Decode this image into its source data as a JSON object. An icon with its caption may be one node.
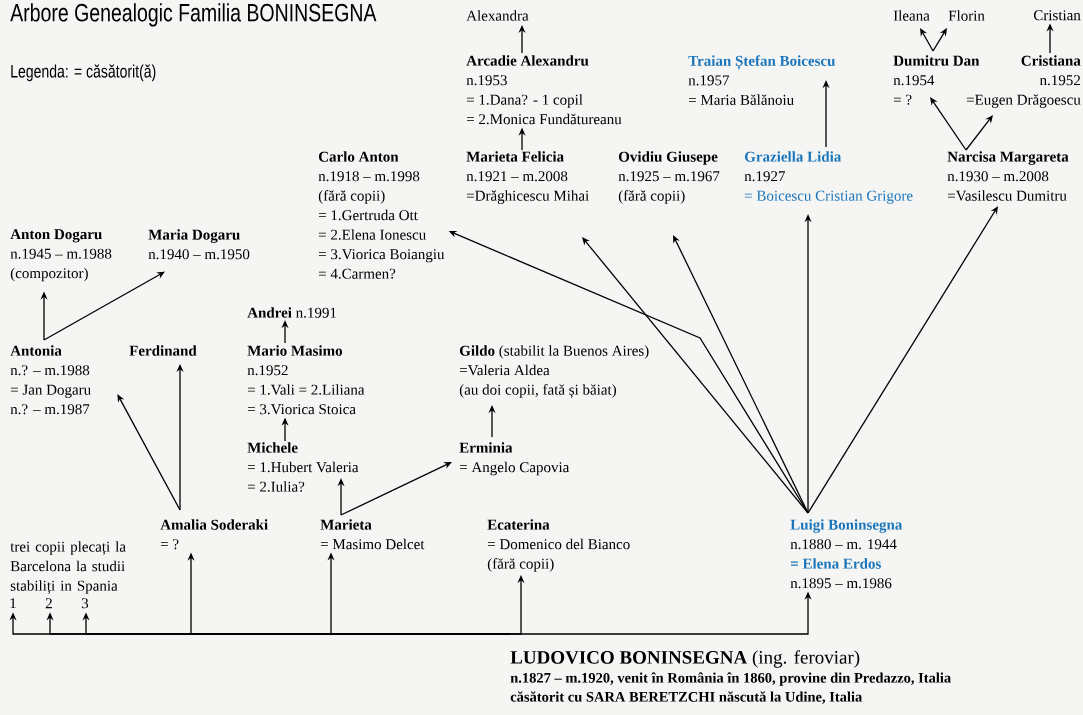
{
  "diagram": {
    "title": "Arbore Genealogic Familia BONINSEGNA",
    "nodes": [
      {
        "text": [
          "Alexandra"
        ]
      },
      {
        "text": [
          "Ileana"
        ]
      },
      {
        "text": [
          "Florin"
        ]
      },
      {
        "text": [
          "Cristian"
        ]
      },
      {
        "text": [
          "Arcadie Alexandru",
          "n.1953",
          "= 1.Dana? - 1 copil",
          "= 2.Monica Fundătureanu"
        ]
      },
      {
        "text": [
          "Traian Ștefan Boicescu",
          "n.1957",
          "= Maria Bălănoiu"
        ]
      },
      {
        "text": [
          "Dumitru Dan",
          "n.1954",
          "= ?"
        ]
      },
      {
        "text": [
          "Cristiana",
          "n.1952",
          "=Eugen Drăgoescu"
        ]
      },
      {
        "text": [
          "Carlo Anton",
          "n.1918 – m.1998",
          "(fără copii)",
          "= 1.Gertruda Ott",
          "= 2.Elena Ionescu",
          "= 3.Viorica Boiangiu",
          "= 4.Carmen?"
        ]
      },
      {
        "text": [
          "Marieta Felicia",
          "n.1921 – m.2008",
          "=Drăghicescu Mihai"
        ]
      },
      {
        "text": [
          "Ovidiu Giusepe",
          "n.1925 – m.1967",
          "(fără copii)"
        ]
      },
      {
        "text": [
          "Graziella Lidia",
          "n.1927",
          "= Boicescu Cristian Grigore"
        ]
      },
      {
        "text": [
          "Narcisa Margareta",
          "n.1930 – m.2008",
          "=Vasilescu Dumitru"
        ]
      },
      {
        "text": [
          "Anton Dogaru",
          "n.1945 – m.1988",
          "(compozitor)"
        ]
      },
      {
        "text": [
          "Maria Dogaru",
          "n.1940 – m.1950"
        ]
      },
      {
        "text": [
          "**Andrei** n.1991"
        ]
      },
      {
        "text": [
          "Antonia",
          "n.? – m.1988",
          "= Jan Dogaru",
          "n.? – m.1987"
        ]
      },
      {
        "text": [
          "Ferdinand"
        ]
      },
      {
        "text": [
          "Mario Masimo",
          "n.1952",
          "= 1.Vali  = 2.Liliana",
          "= 3.Viorica Stoica"
        ]
      },
      {
        "text": [
          "**Gildo** (stabilit la Buenos Aires)",
          "=Valeria Aldea",
          "(au doi copii, fată și băiat)"
        ]
      },
      {
        "text": [
          "Michele",
          "= 1.Hubert Valeria",
          "= 2.Iulia?"
        ]
      },
      {
        "text": [
          "Erminia",
          "= Angelo Capovia"
        ]
      },
      {
        "text": [
          "Amalia Soderaki",
          "= ?"
        ]
      },
      {
        "text": [
          "Marieta",
          "= Masimo Delcet"
        ]
      },
      {
        "text": [
          "Ecaterina",
          "= Domenico del Bianco",
          "(fără copii)"
        ]
      },
      {
        "text": [
          "Luigi Boninsegna",
          "n.1880 – m. 1944",
          "= Elena Erdos",
          "n.1895 – m.1986"
        ]
      },
      {
        "text": [
          "1"
        ]
      },
      {
        "text": [
          "2"
        ]
      },
      {
        "text": [
          "3"
        ]
      },
      {
        "text": [
          "**LUDOVICO BONINSEGNA** (ing. feroviar)",
          "n.1827 – m.1920, venit în România în 1860, provine din Predazzo, Italia",
          "căsătorit cu SARA BERETZCHI născută la Udine, Italia"
        ]
      }
    ],
    "edges": [
      {
        "from": 29,
        "to": 26,
        "arrow": "to"
      },
      {
        "from": 29,
        "to": 27,
        "arrow": "to"
      },
      {
        "from": 29,
        "to": 28,
        "arrow": "to"
      },
      {
        "from": 29,
        "to": 22,
        "arrow": "to"
      },
      {
        "from": 29,
        "to": 23,
        "arrow": "to"
      },
      {
        "from": 29,
        "to": 24,
        "arrow": "to"
      },
      {
        "from": 29,
        "to": 25,
        "arrow": "to"
      },
      {
        "from": 25,
        "to": 8,
        "arrow": "to"
      },
      {
        "from": 25,
        "to": 9,
        "arrow": "to"
      },
      {
        "from": 25,
        "to": 10,
        "arrow": "to"
      },
      {
        "from": 25,
        "to": 11,
        "arrow": "to"
      },
      {
        "from": 25,
        "to": 12,
        "arrow": "to"
      },
      {
        "from": 11,
        "to": 5,
        "arrow": "to"
      },
      {
        "from": 12,
        "to": 6,
        "arrow": "to"
      },
      {
        "from": 12,
        "to": 7,
        "arrow": "to"
      },
      {
        "from": 6,
        "to": 1,
        "arrow": "to"
      },
      {
        "from": 6,
        "to": 2,
        "arrow": "to"
      },
      {
        "from": 7,
        "to": 3,
        "arrow": "to"
      },
      {
        "from": 9,
        "to": 4,
        "arrow": "to"
      },
      {
        "from": 4,
        "to": 0,
        "arrow": "to"
      },
      {
        "from": 22,
        "to": 16,
        "arrow": "to"
      },
      {
        "from": 22,
        "to": 17,
        "arrow": "to"
      },
      {
        "from": 16,
        "to": 13,
        "arrow": "to"
      },
      {
        "from": 16,
        "to": 14,
        "arrow": "to"
      },
      {
        "from": 23,
        "to": 20,
        "arrow": "to"
      },
      {
        "from": 23,
        "to": 21,
        "arrow": "to"
      },
      {
        "from": 20,
        "to": 18,
        "arrow": "to"
      },
      {
        "from": 18,
        "to": 15,
        "arrow": "to"
      },
      {
        "from": 21,
        "to": 19,
        "arrow": "to"
      }
    ],
    "labels": [
      "Legenda: = căsătorit(ă)",
      "trei copii plecați la Barcelona la studii stabiliți in Spania"
    ]
  }
}
